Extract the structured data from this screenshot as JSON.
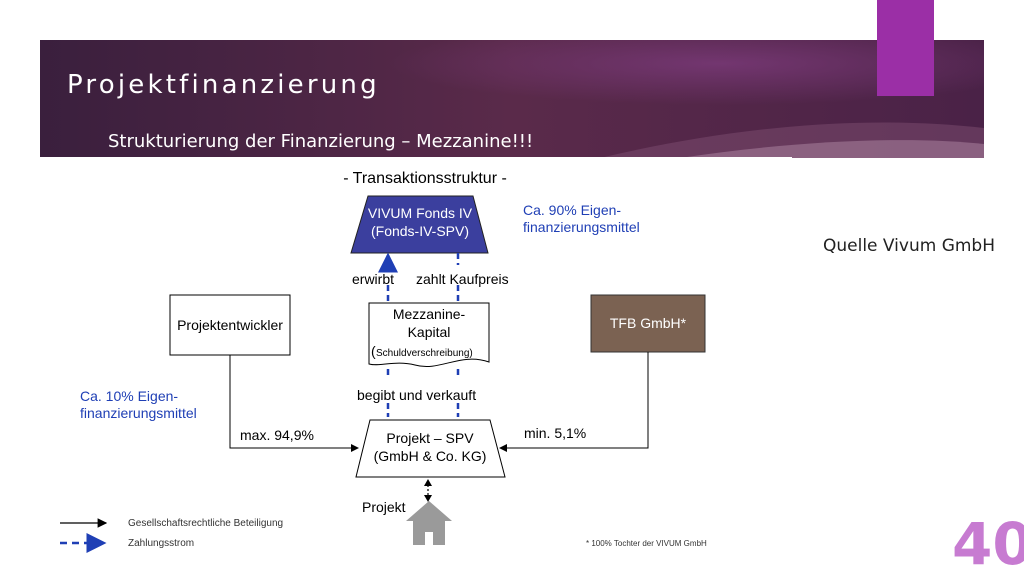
{
  "slide": {
    "title": "Projektfinanzierung",
    "subtitle": "Strukturierung der Finanzierung – Mezzanine!!!",
    "source": "Quelle Vivum GmbH",
    "page_number": "40"
  },
  "diagram": {
    "heading": "- Transaktionsstruktur -",
    "fonds": {
      "line1": "VIVUM Fonds IV",
      "line2": "(Fonds-IV-SPV)"
    },
    "fonds_note": {
      "line1": "Ca. 90% Eigen-",
      "line2": "finanzierungsmittel"
    },
    "erwirbt": "erwirbt",
    "zahlt": "zahlt Kaufpreis",
    "mezzanine": {
      "line1": "Mezzanine-",
      "line2": "Kapital",
      "line3_paren": "(",
      "line3_small": "Schuldverschreibung)"
    },
    "begibt": "begibt und verkauft",
    "projektentwickler": "Projektentwickler",
    "tfb": "TFB GmbH*",
    "entwickler_note": {
      "line1": "Ca. 10% Eigen-",
      "line2": "finanzierungsmittel"
    },
    "max_share": "max. 94,9%",
    "min_share": "min. 5,1%",
    "spv": {
      "line1": "Projekt – SPV",
      "line2": "(GmbH & Co. KG)"
    },
    "projekt": "Projekt",
    "legend": {
      "solid": "Gesellschaftsrechtliche Beteiligung",
      "dashed": "Zahlungsstrom"
    },
    "footnote": "* 100% Tochter der VIVUM GmbH"
  },
  "colors": {
    "banner_dark": "#3a1f3d",
    "banner_mid": "#5a2a4a",
    "accent": "#9b2fa6",
    "fonds_fill": "#3b3f9e",
    "tfb_fill": "#7b6252",
    "blue_text": "#1f3fb5",
    "page_number": "#c77bd1"
  }
}
